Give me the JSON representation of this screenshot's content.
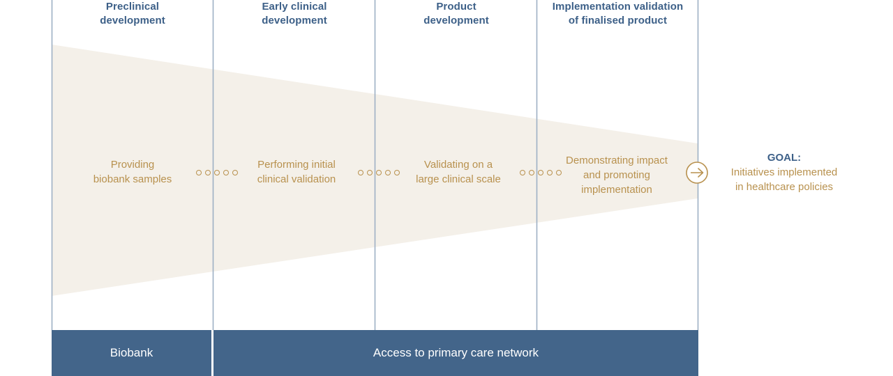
{
  "diagram": {
    "title": "Research to implementation pipeline funnel",
    "colors": {
      "header_blue": "#3d6088",
      "band_cream": "#f4f0e9",
      "accent_tan": "#b8914e",
      "divider_blue": "#9db0c4",
      "bar_blue": "#43658a",
      "bar_text": "#ffffff"
    }
  },
  "columns": [
    {
      "id": "preclinical-development",
      "header": [
        "Preclinical",
        "development"
      ],
      "body": [
        "Providing",
        "biobank samples"
      ]
    },
    {
      "id": "early-clinical-development",
      "header": [
        "Early clinical",
        "development"
      ],
      "body": [
        "Performing initial",
        "clinical validation"
      ]
    },
    {
      "id": "product-development",
      "header": [
        "Product",
        "development"
      ],
      "body": [
        "Validating on a",
        "large clinical scale"
      ]
    },
    {
      "id": "implementation-validation",
      "header": [
        "Implementation validation",
        "of finalised product"
      ],
      "body": [
        "Demonstrating impact",
        "and promoting",
        "implementation"
      ]
    }
  ],
  "separators": {
    "dot_count": 5,
    "groups": 3
  },
  "goal": {
    "label": "GOAL:",
    "lines": [
      "Initiatives implemented",
      "in healthcare policies"
    ]
  },
  "bottom_bars": [
    {
      "id": "biobank-bar",
      "label": "Biobank"
    },
    {
      "id": "primary-care-bar",
      "label": "Access to primary care network"
    }
  ],
  "icons": {
    "arrow": "arrow-right-circle-icon"
  }
}
